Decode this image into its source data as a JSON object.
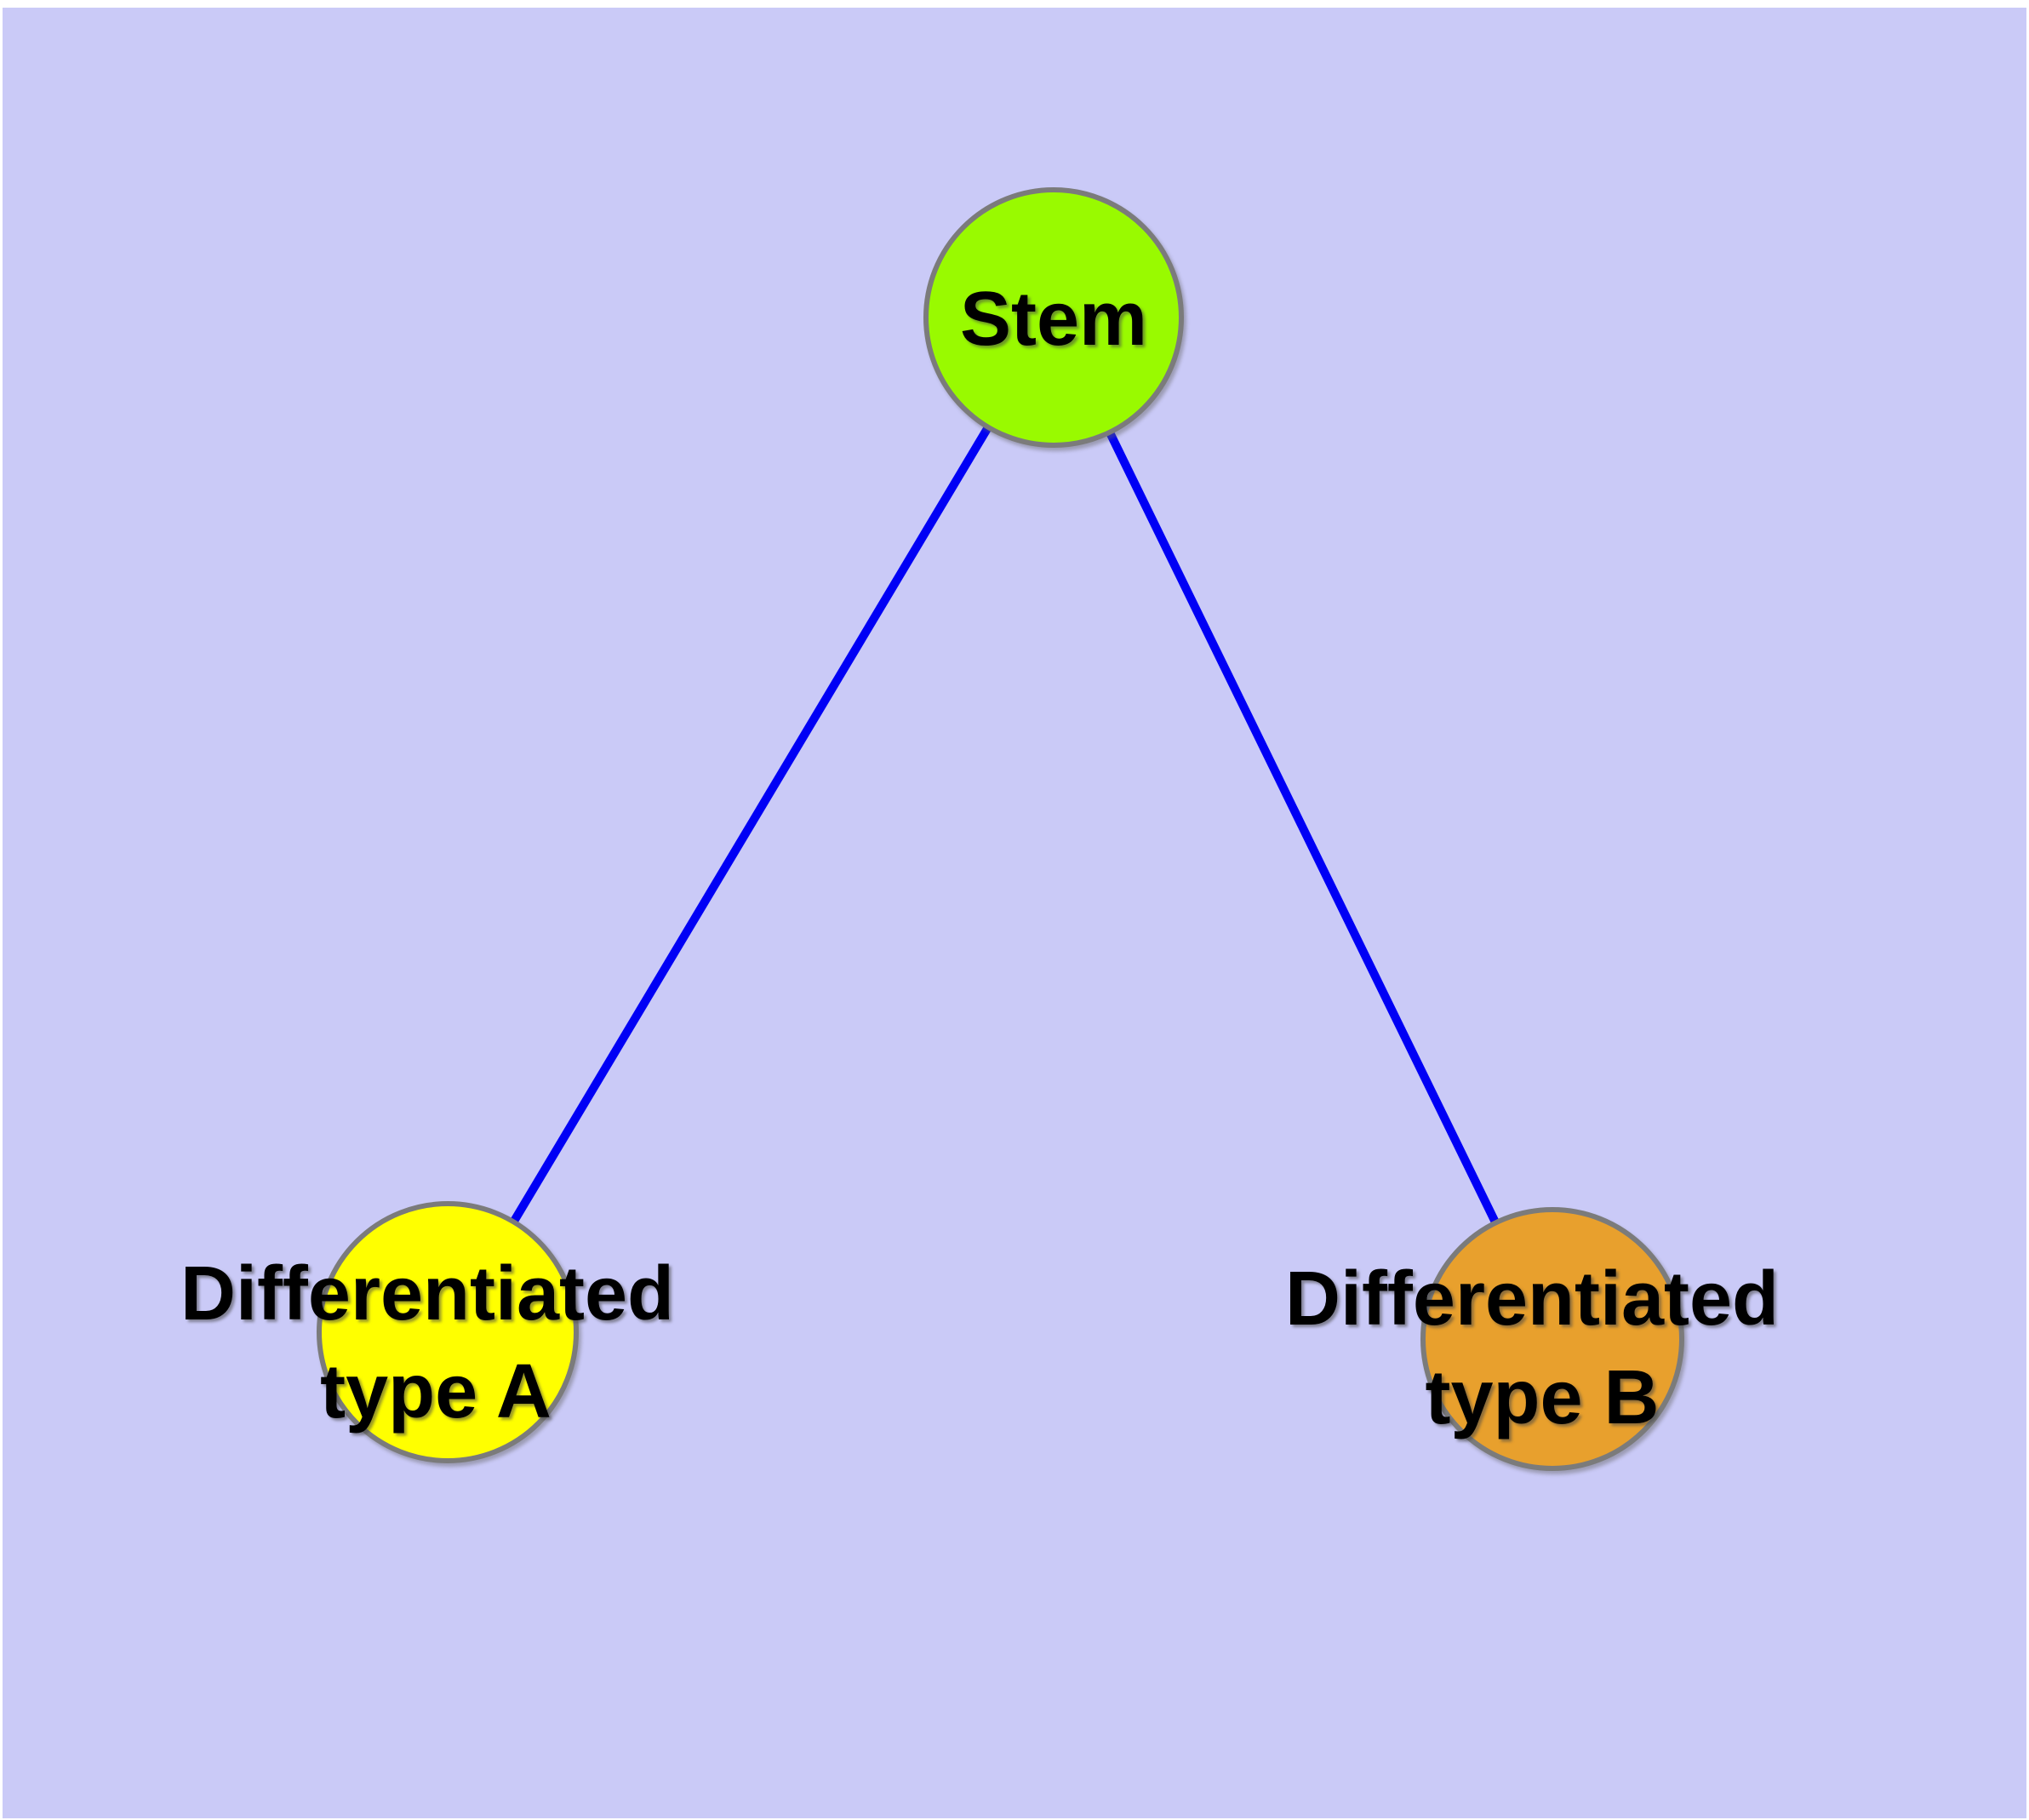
{
  "diagram": {
    "type": "graph",
    "background_color": "#CACAF7",
    "margin_color": "#FFFFFF",
    "edge_color": "#0000F5",
    "node_border_color": "#7B7B7B",
    "label_color": "#000000",
    "nodes": {
      "stem": {
        "label": "Stem",
        "color": "#99FA00"
      },
      "typeA": {
        "label_line1": "Differentiated",
        "label_line2": "type A",
        "color": "#FFFF00"
      },
      "typeB": {
        "label_line1": "Differentiated",
        "label_line2": "type B",
        "color": "#E8A02D"
      }
    },
    "edges": [
      {
        "from": "Stem",
        "to": "Differentiated type A"
      },
      {
        "from": "Stem",
        "to": "Differentiated type B"
      }
    ]
  }
}
